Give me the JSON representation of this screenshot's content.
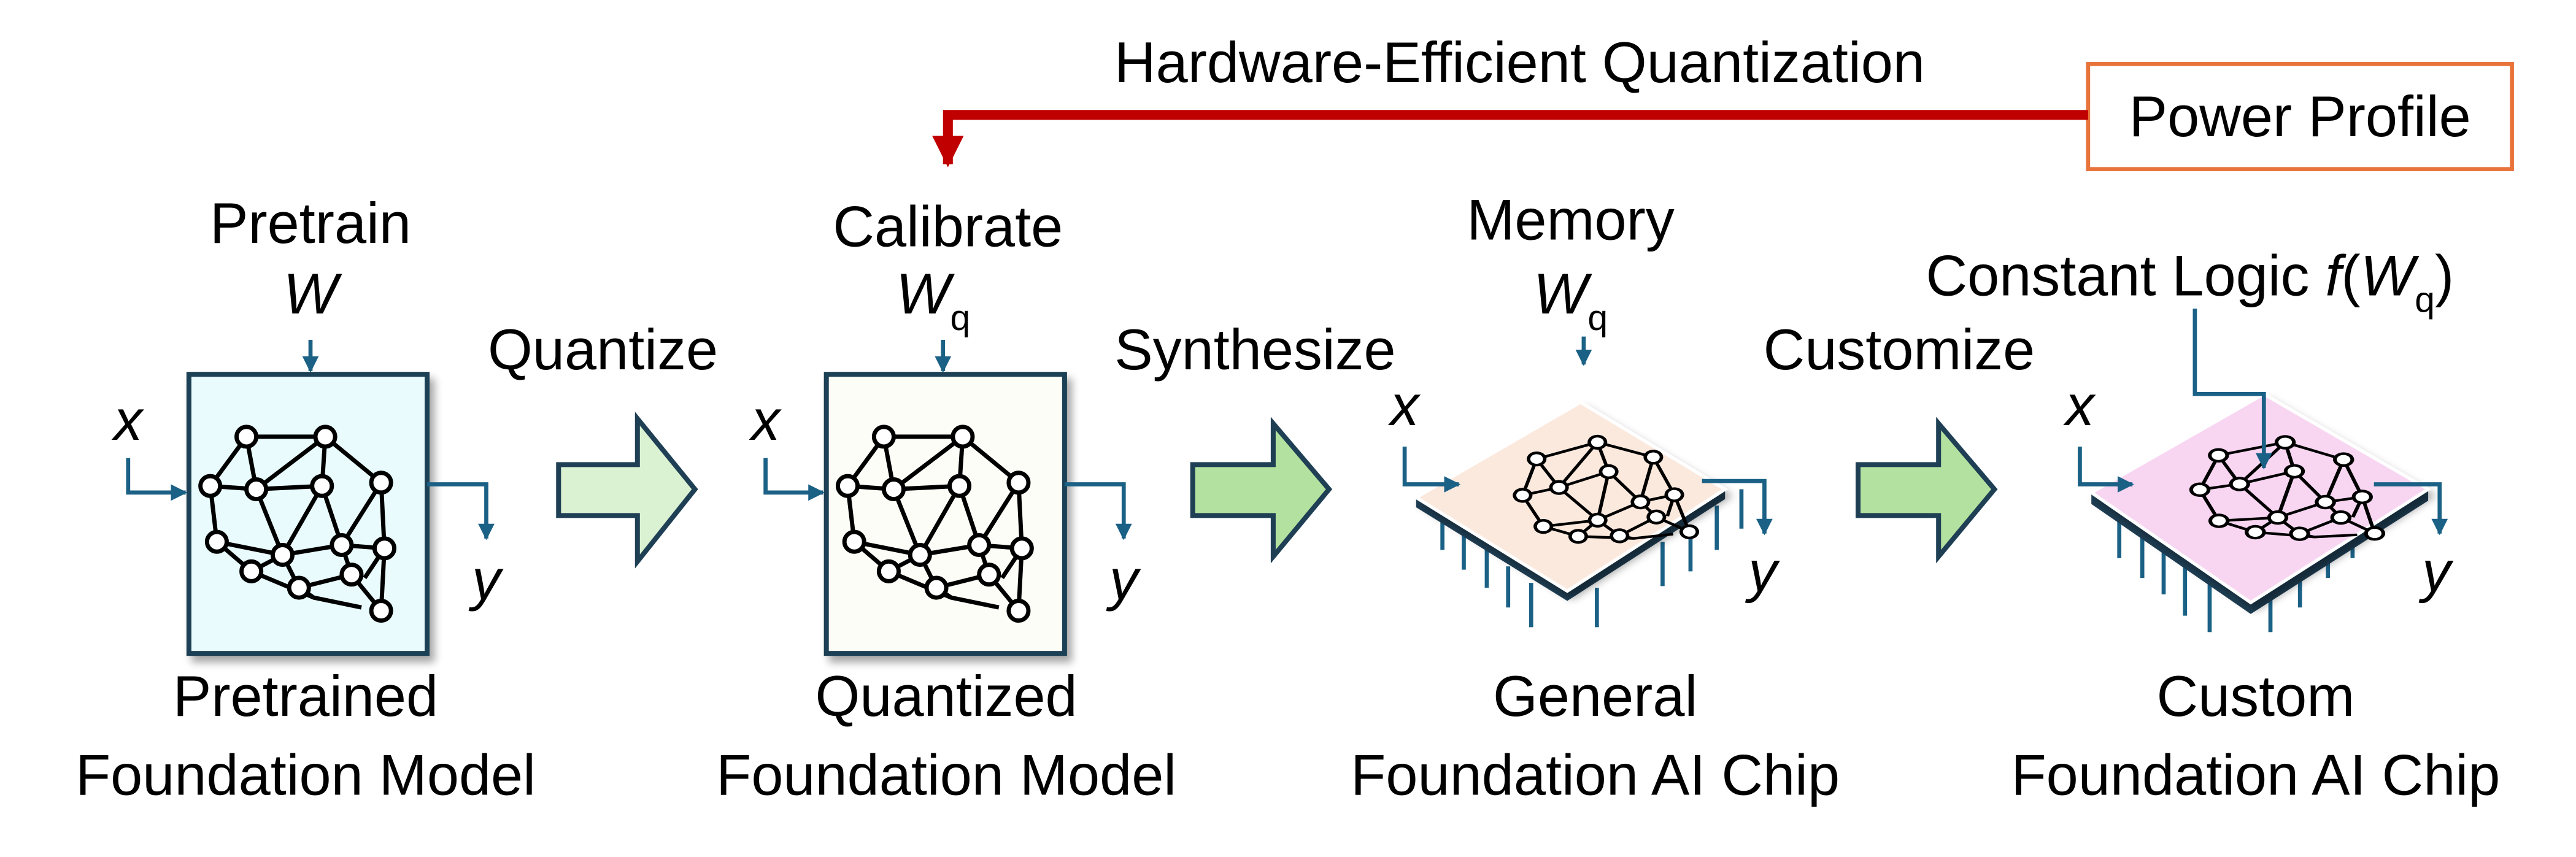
{
  "top": {
    "title": "Hardware-Efficient Quantization",
    "power_profile": "Power Profile"
  },
  "colors": {
    "feedback_line": "#C00000",
    "power_box_border": "#E8743B",
    "signal_arrow": "#1B6186",
    "box_border": "#1F3F55",
    "stage1_fill": "#E9FBFC",
    "stage2_fill": "#FCFDF7",
    "chip1_fill": "#FCE9DE",
    "chip2_fill": "#F8D6F2",
    "arrow1_fill": "#DAF1D2",
    "arrow2_fill": "#B3E2A0"
  },
  "stages": [
    {
      "top_label": "Pretrain",
      "weight": "W",
      "weight_sub": "",
      "input": "x",
      "output": "y",
      "caption_line1": "Pretrained",
      "caption_line2": "Foundation Model"
    },
    {
      "top_label": "Calibrate",
      "weight": "W",
      "weight_sub": "q",
      "input": "x",
      "output": "y",
      "caption_line1": "Quantized",
      "caption_line2": "Foundation Model"
    },
    {
      "top_label": "Memory",
      "weight": "W",
      "weight_sub": "q",
      "input": "x",
      "output": "y",
      "caption_line1": "General",
      "caption_line2": "Foundation AI Chip"
    },
    {
      "top_label": "Constant Logic ",
      "func": "f",
      "func_open": "(",
      "weight": "W",
      "weight_sub": "q",
      "func_close": ")",
      "input": "x",
      "output": "y",
      "caption_line1": "Custom",
      "caption_line2": "Foundation AI Chip"
    }
  ],
  "transitions": [
    {
      "label": "Quantize"
    },
    {
      "label": "Synthesize"
    },
    {
      "label": "Customize"
    }
  ]
}
